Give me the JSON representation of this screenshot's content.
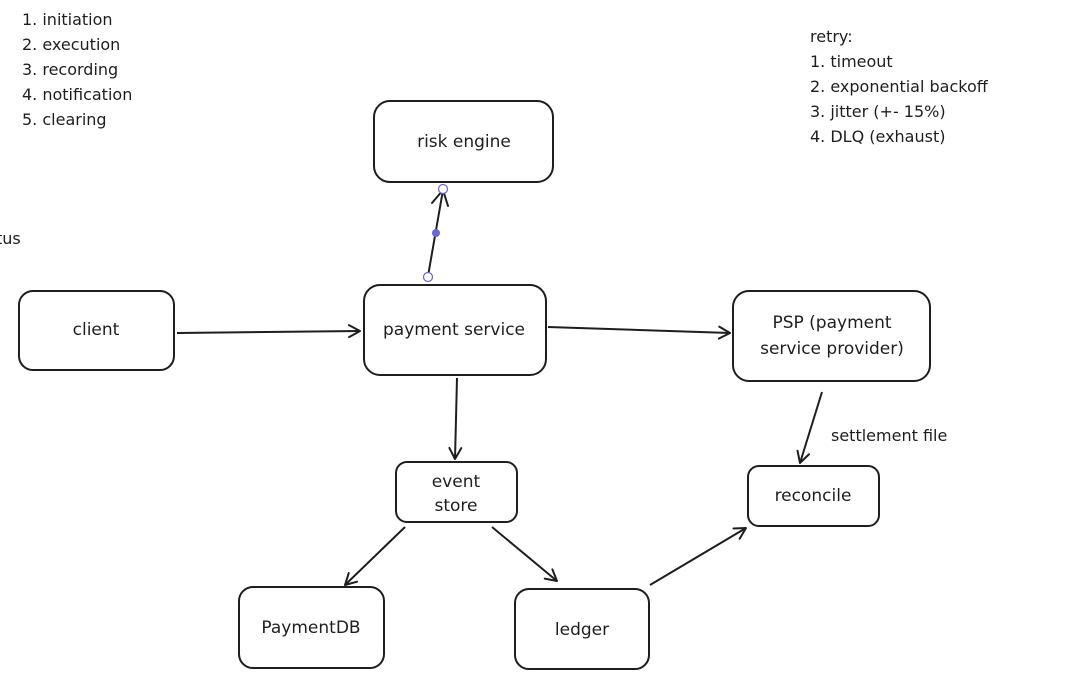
{
  "notes": {
    "steps": [
      "1. initiation",
      "2. execution",
      "3. recording",
      "4. notification",
      "5. clearing"
    ],
    "retry_title": "retry:",
    "retry_items": [
      "1. timeout",
      "2. exponential backoff",
      "3. jitter (+- 15%)",
      "4. DLQ (exhaust)"
    ],
    "cut_text": "tus"
  },
  "nodes": {
    "client": {
      "label": [
        "client"
      ]
    },
    "risk_engine": {
      "label": [
        "risk engine"
      ]
    },
    "payment_service": {
      "label": [
        "payment service"
      ]
    },
    "psp": {
      "label": [
        "PSP (payment",
        "service provider)"
      ]
    },
    "event_store": {
      "label": [
        "event",
        "store"
      ]
    },
    "reconcile": {
      "label": [
        "reconcile"
      ]
    },
    "payment_db": {
      "label": [
        "PaymentDB"
      ]
    },
    "ledger": {
      "label": [
        "ledger"
      ]
    }
  },
  "edges": {
    "psp_to_reconcile_label": "settlement file"
  },
  "colors": {
    "stroke": "#1e1e1e",
    "selection": "#6965db",
    "background": "#ffffff"
  }
}
